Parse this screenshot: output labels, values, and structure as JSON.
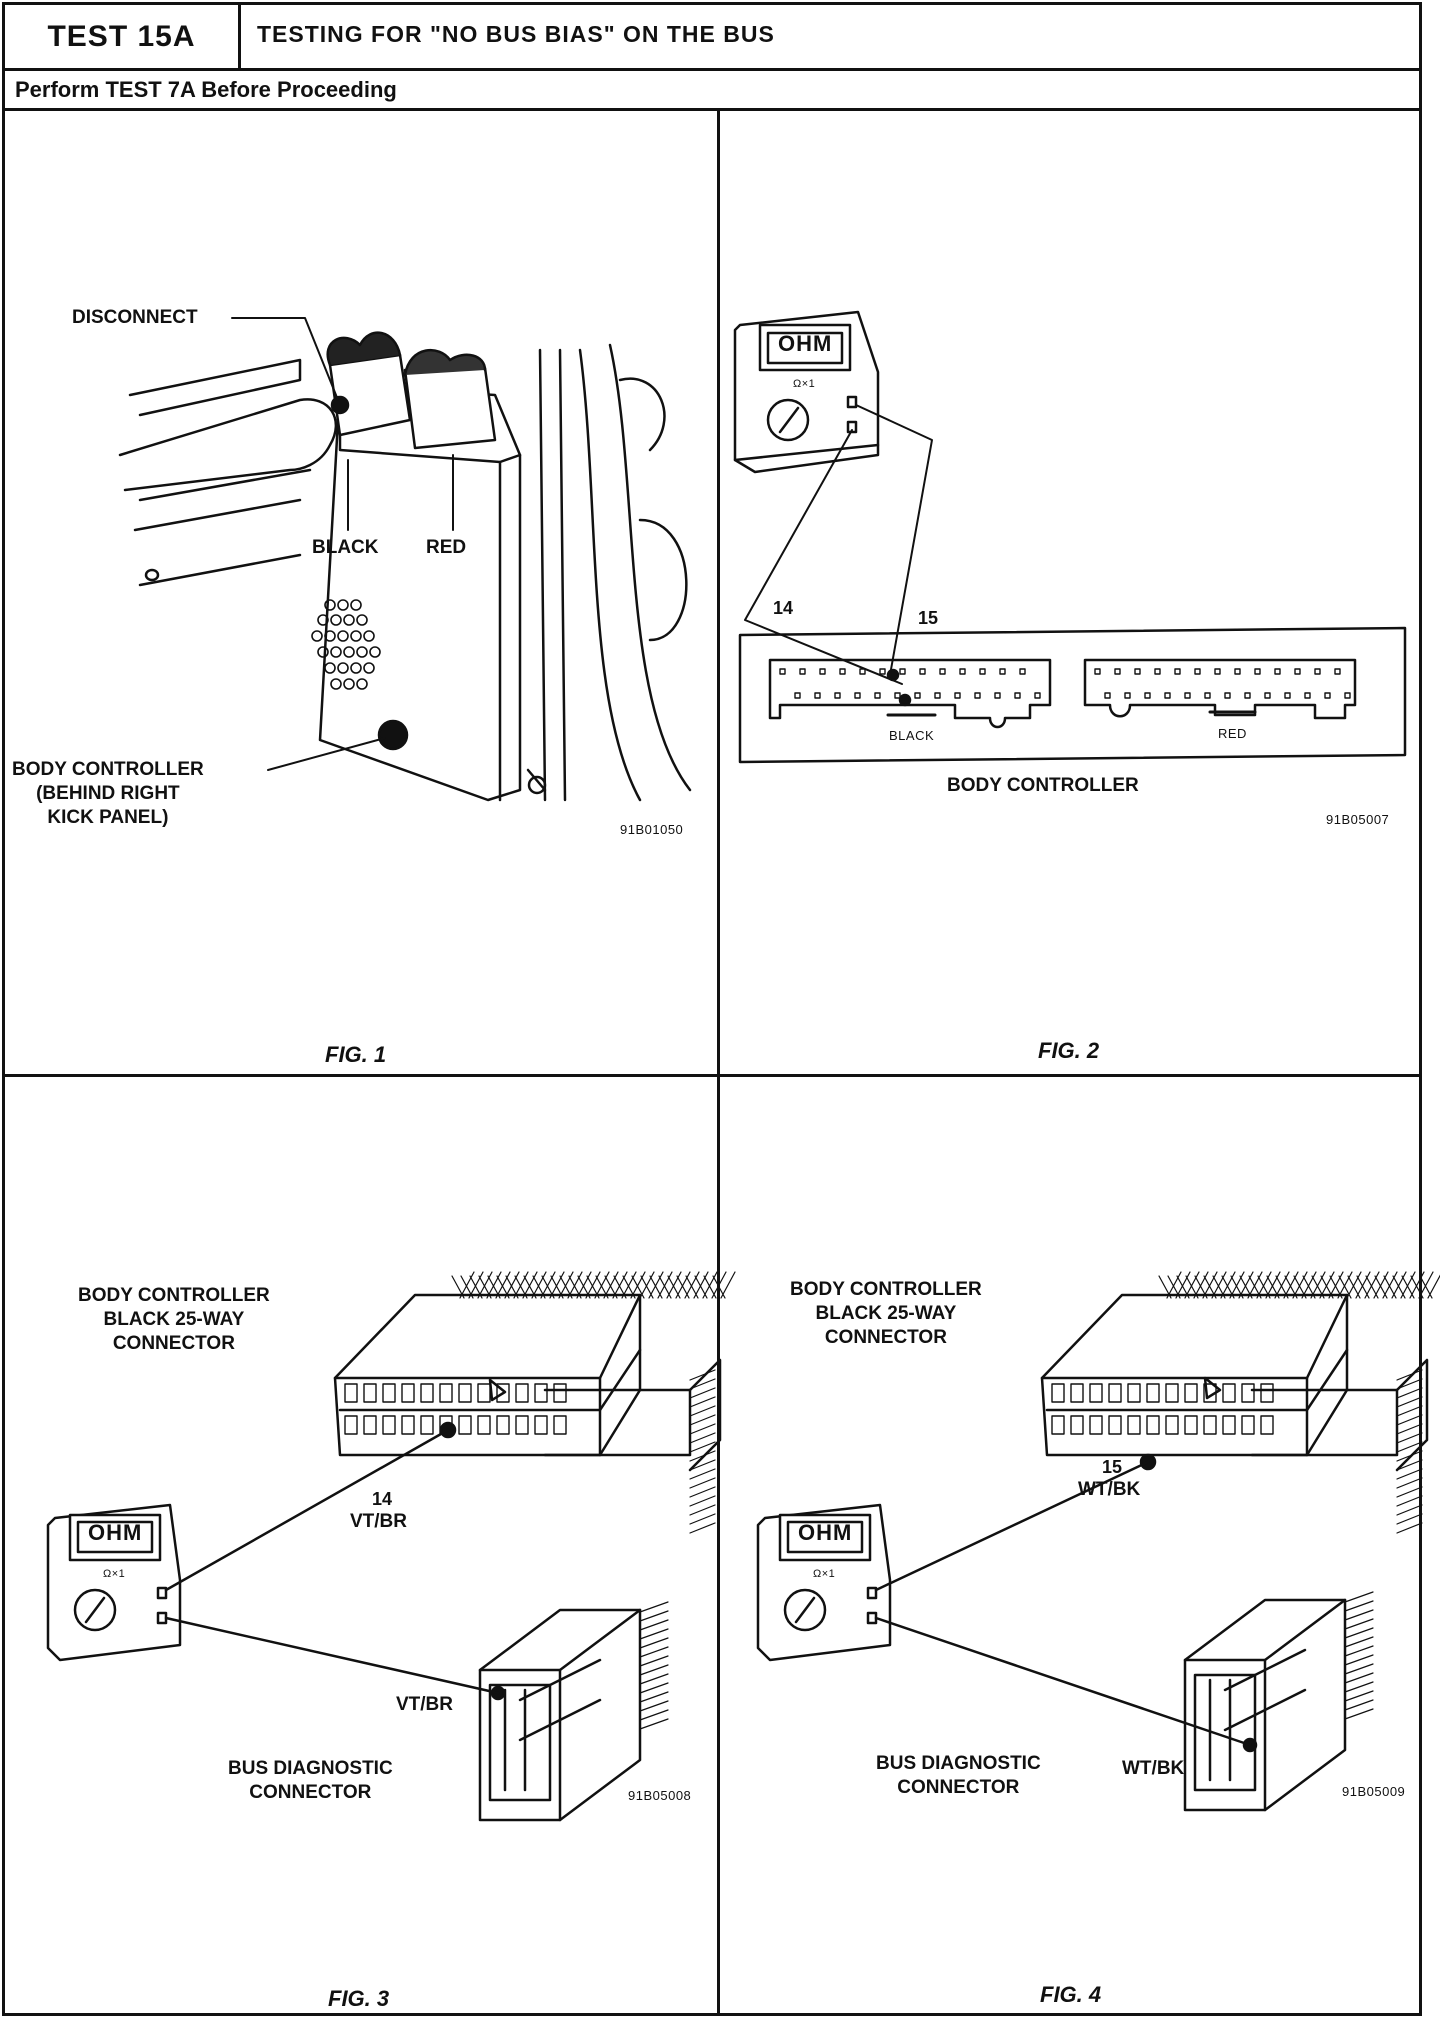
{
  "header": {
    "test_id": "TEST 15A",
    "title": "TESTING FOR \"NO BUS BIAS\" ON THE BUS",
    "prerequisite": "Perform TEST 7A Before Proceeding"
  },
  "fig1": {
    "caption": "FIG. 1",
    "disconnect": "DISCONNECT",
    "black": "BLACK",
    "red": "RED",
    "body_controller": [
      "BODY CONTROLLER",
      "(BEHIND RIGHT",
      "KICK PANEL)"
    ],
    "code": "91B01050"
  },
  "fig2": {
    "caption": "FIG. 2",
    "meter": "OHM",
    "range": "Ω×1",
    "pin_a": "14",
    "pin_b": "15",
    "conn_black": "BLACK",
    "conn_red": "RED",
    "body_controller": "BODY CONTROLLER",
    "code": "91B05007"
  },
  "fig3": {
    "caption": "FIG. 3",
    "meter": "OHM",
    "range": "Ω×1",
    "connector": [
      "BODY CONTROLLER",
      "BLACK 25-WAY",
      "CONNECTOR"
    ],
    "pin": "14",
    "wire_a": "VT/BR",
    "wire_b": "VT/BR",
    "diag": [
      "BUS DIAGNOSTIC",
      "CONNECTOR"
    ],
    "code": "91B05008"
  },
  "fig4": {
    "caption": "FIG. 4",
    "meter": "OHM",
    "range": "Ω×1",
    "connector": [
      "BODY CONTROLLER",
      "BLACK 25-WAY",
      "CONNECTOR"
    ],
    "pin": "15",
    "wire_a": "WT/BK",
    "wire_b": "WT/BK",
    "diag": [
      "BUS DIAGNOSTIC",
      "CONNECTOR"
    ],
    "code": "91B05009"
  }
}
